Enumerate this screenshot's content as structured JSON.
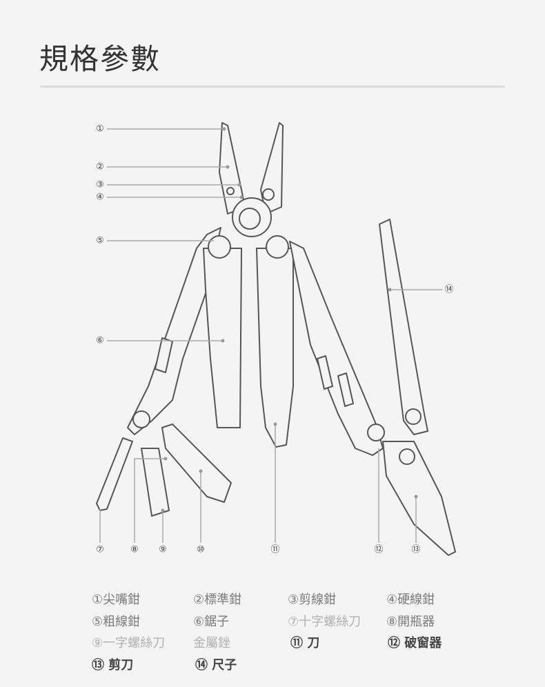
{
  "title": "規格參數",
  "callouts": [
    "①",
    "②",
    "③",
    "④",
    "⑤",
    "⑥",
    "⑦",
    "⑧",
    "⑨",
    "⑩",
    "⑪",
    "⑫",
    "⑬",
    "⑭"
  ],
  "legend": [
    {
      "text": "①尖嘴鉗",
      "style": "gray"
    },
    {
      "text": "②標準鉗",
      "style": "gray"
    },
    {
      "text": "③剪線鉗",
      "style": "gray"
    },
    {
      "text": "④硬線鉗",
      "style": "gray"
    },
    {
      "text": "⑤粗線鉗",
      "style": "gray"
    },
    {
      "text": "⑥鋸子",
      "style": "gray"
    },
    {
      "text": "⑦十字螺絲刀",
      "style": "light"
    },
    {
      "text": "⑧開瓶器",
      "style": "gray"
    },
    {
      "text": "⑨一字螺絲刀",
      "style": "light"
    },
    {
      "text": "金屬銼",
      "style": "light"
    },
    {
      "text": "⑪ 刀",
      "style": "bold"
    },
    {
      "text": "⑫ 破窗器",
      "style": "bold"
    },
    {
      "text": "⑬ 剪刀",
      "style": "bold"
    },
    {
      "text": "⑭ 尺子",
      "style": "bold"
    }
  ]
}
